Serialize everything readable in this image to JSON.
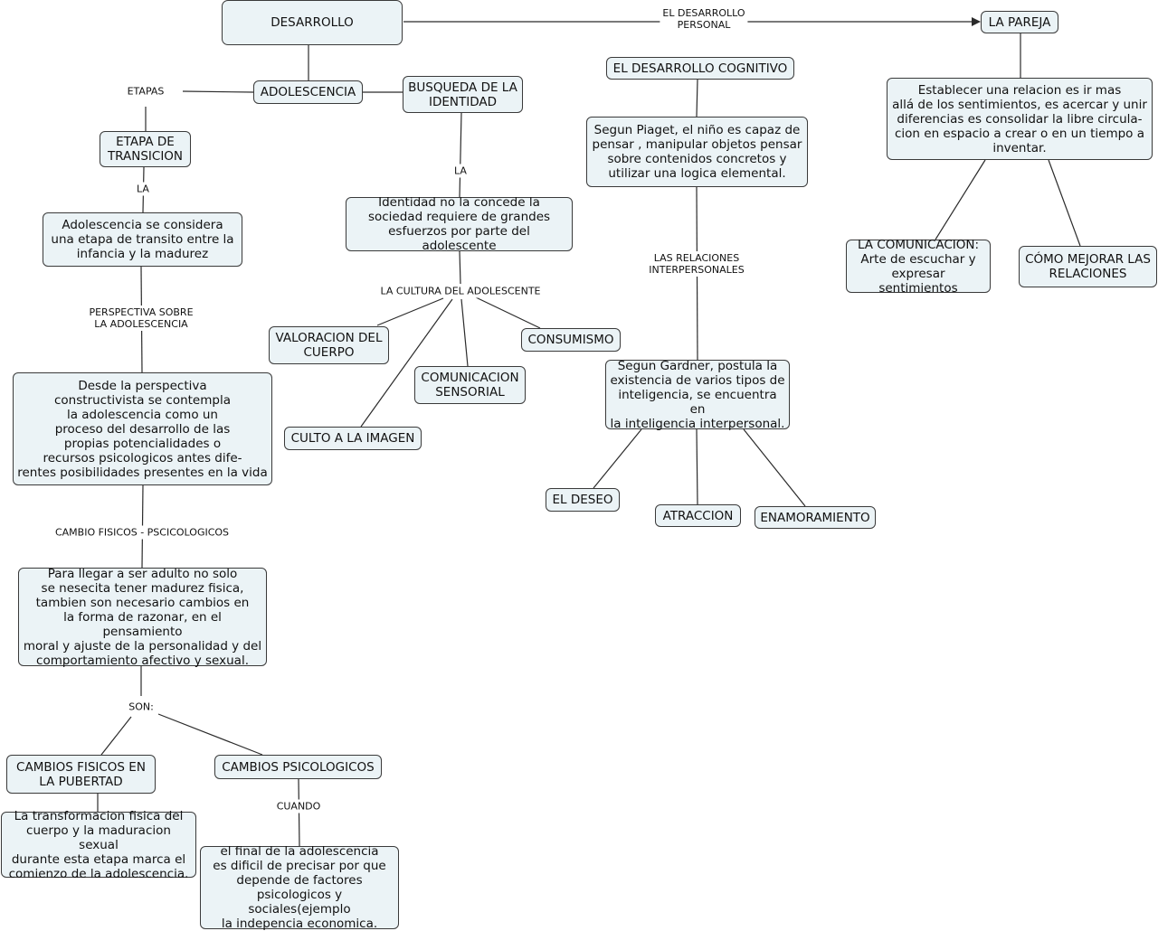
{
  "nodes": {
    "desarrollo": "DESARROLLO",
    "la_pareja": "LA PAREJA",
    "adolescencia": "ADOLESCENCIA",
    "busqueda": "BUSQUEDA DE LA\nIDENTIDAD",
    "cognitivo": "EL DESARROLLO COGNITIVO",
    "piaget": "Segun Piaget, el niño es capaz de\npensar , manipular objetos pensar\nsobre contenidos concretos y\nutilizar una logica elemental.",
    "relacion": "Establecer una relacion es ir mas\nallá de los sentimientos, es acercar y unir\ndiferencias es consolidar la libre circula-\ncion en espacio a crear o en un tiempo a\ninventar.",
    "etapa_transicion": "ETAPA DE\nTRANSICION",
    "identidad": "Identidad no la concede la\nsociedad requiere de grandes\nesfuerzos por parte del adolescente",
    "adolescencia_considera": "Adolescencia se considera\nuna etapa de transito entre la\ninfancia y la madurez",
    "comunicacion_pareja": "LA COMUNICACION:\nArte de escuchar y\nexpresar sentimientos",
    "mejorar": "CÓMO MEJORAR LAS\nRELACIONES",
    "valoracion": "VALORACION DEL\nCUERPO",
    "consumismo": "CONSUMISMO",
    "gardner": "Segun Gardner, postula la\nexistencia de varios tipos de\ninteligencia, se encuentra en\nla inteligencia interpersonal.",
    "comunicacion_sensorial": "COMUNICACION\nSENSORIAL",
    "constructivista": "Desde la perspectiva\nconstructivista se contempla\nla adolescencia como un\nproceso del desarrollo de las\npropias potencialidades o\nrecursos psicologicos antes dife-\nrentes posibilidades  presentes en la vida",
    "culto": "CULTO A LA IMAGEN",
    "deseo": "EL DESEO",
    "atraccion": "ATRACCION",
    "enamoramiento": "ENAMORAMIENTO",
    "adulto": "Para llegar a ser adulto no solo\nse nesecita tener madurez fisica,\ntambien son necesario cambios en\nla forma de razonar, en el pensamiento\nmoral y ajuste de la personalidad y del\ncomportamiento afectivo y  sexual.",
    "cambios_fisicos": "CAMBIOS FISICOS EN\nLA PUBERTAD",
    "cambios_psicologicos": "CAMBIOS PSICOLOGICOS",
    "transformacion": "La transformacion fisica del\ncuerpo y la maduracion sexual\ndurante esta etapa marca el\ncomienzo de la adolescencia.",
    "final": "el final de la adolescencia\nes dificil de precisar por que\ndepende de factores\npsicologicos y sociales(ejemplo\nla indepencia economica."
  },
  "labels": {
    "desarrollo_personal": "EL DESARROLLO\nPERSONAL",
    "etapas": "ETAPAS",
    "la_1": "LA",
    "la_2": "LA",
    "relaciones_interpersonales": "LAS RELACIONES\nINTERPERSONALES",
    "cultura": "LA CULTURA DEL ADOLESCENTE",
    "perspectiva": "PERSPECTIVA SOBRE\nLA ADOLESCENCIA",
    "cambio": "CAMBIO FISICOS - PSCICOLOGICOS",
    "son": "SON:",
    "cuando": "CUANDO"
  },
  "colors": {
    "node_fill": "#ebf3f6",
    "node_border": "#3a3a3a",
    "line": "#2b2b2b"
  }
}
